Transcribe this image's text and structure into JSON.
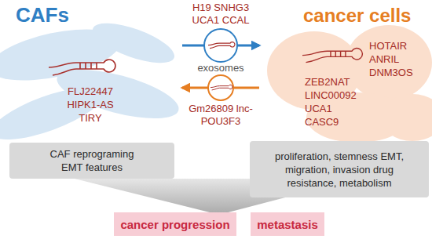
{
  "diagram": {
    "nodes": [
      {
        "text": [
          "CAFs",
          "FLJ22447 HIPK1-AS TIRY"
        ]
      },
      {
        "text": [
          "CAF reprograming EMT features"
        ]
      },
      {
        "text": [
          "cancer cells",
          "ZEB2NAT LINC00092 UCA1 CASC9",
          "HOTAIR ANRIL DNM3OS"
        ]
      },
      {
        "text": [
          "proliferation, stemness EMT, migration, invasion drug resistance, metabolism"
        ]
      },
      {
        "text": [
          "cancer progression"
        ]
      },
      {
        "text": [
          "metastasis"
        ]
      }
    ],
    "edges": [
      {
        "from": 0,
        "to": 2,
        "label": "H19 SNHG3 UCA1 CCAL",
        "arrow": "to"
      },
      {
        "from": 2,
        "to": 0,
        "label": "Gm26809 lnc-POU3F3",
        "arrow": "to"
      }
    ],
    "labels": [
      "exosomes"
    ]
  }
}
